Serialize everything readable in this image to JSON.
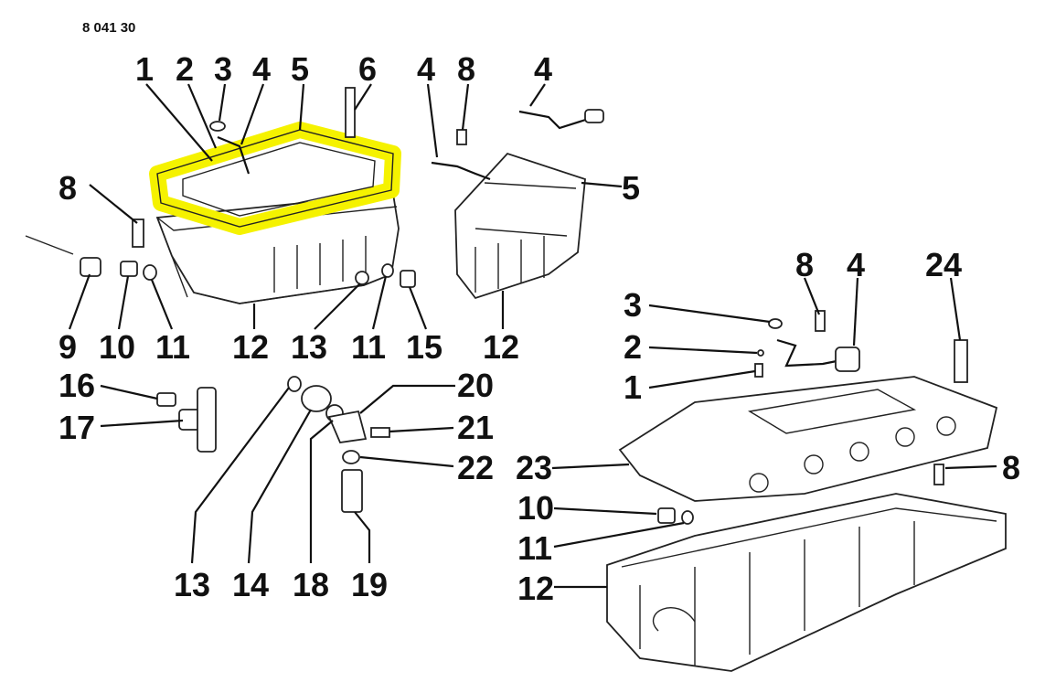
{
  "document": {
    "drawing_number": "8 041 30"
  },
  "highlight": {
    "part": "5",
    "color": "#f5f200"
  },
  "callouts": {
    "a1": "1",
    "a2": "2",
    "a3": "3",
    "a4": "4",
    "a5": "5",
    "a6": "6",
    "a8": "8",
    "a9": "9",
    "a10": "10",
    "a11": "11",
    "a12": "12",
    "a13": "13",
    "a11b": "11",
    "a15": "15",
    "b4": "4",
    "b8": "8",
    "b4b": "4",
    "b5": "5",
    "b12": "12",
    "c16": "16",
    "c17": "17",
    "c20": "20",
    "c21": "21",
    "c22": "22",
    "c13": "13",
    "c14": "14",
    "c18": "18",
    "c19": "19",
    "d8": "8",
    "d4": "4",
    "d24": "24",
    "d3": "3",
    "d2": "2",
    "d1": "1",
    "d23": "23",
    "d8b": "8",
    "d10": "10",
    "d11": "11",
    "d12": "12"
  }
}
